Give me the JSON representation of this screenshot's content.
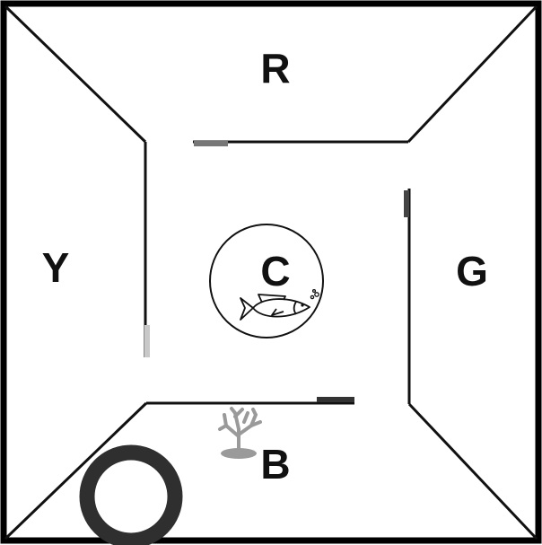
{
  "diagram": {
    "zones": {
      "top": "R",
      "left": "Y",
      "right": "G",
      "bottom": "B",
      "center": "C"
    },
    "icons": {
      "center_animal": "fish-icon",
      "bubbles": "bubbles-icon",
      "plant": "coral-plant-icon",
      "ring": "ring-icon"
    },
    "colors": {
      "line": "#111111",
      "door_dark": "#333333",
      "door_medium": "#777777",
      "door_light": "#c8c8c8",
      "plant": "#9a9a9a",
      "ring": "#2f2f2f"
    }
  }
}
